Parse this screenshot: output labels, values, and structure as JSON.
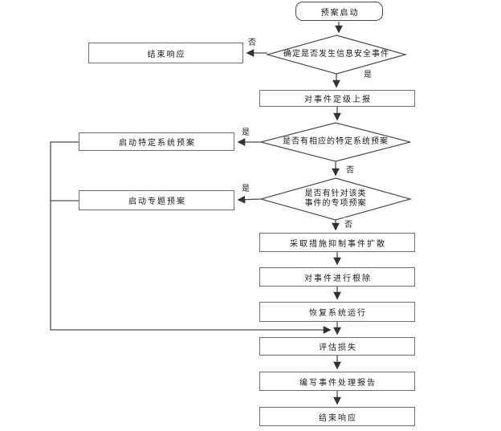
{
  "flowchart": {
    "title_hint": "information security incident response flow",
    "colors": {
      "background": "#ffffff",
      "line": "#4d4d4d",
      "box_border": "#6f6f6f",
      "text": "#1a1a1a"
    },
    "nodes": {
      "start": "预案启动",
      "decision_event": "确定是否发生信息安全事件",
      "end_response_top": "结束响应",
      "grade_report": "对事件定级上报",
      "decision_specific": "是否有相应的特定系统预案",
      "launch_specific": "启动特定系统预案",
      "decision_special_line1": "是否有针对该类",
      "decision_special_line2": "事件的专项预案",
      "launch_special": "启动专题预案",
      "suppress": "采取措施抑制事件扩散",
      "eradicate": "对事件进行根除",
      "restore": "恢复系统运行",
      "assess": "评估损失",
      "write_report": "编写事件处理报告",
      "end_response_bottom": "结束响应"
    },
    "edge_labels": {
      "d1_no": "否",
      "d1_yes": "是",
      "d2_yes": "是",
      "d2_no": "否",
      "d3_yes": "是",
      "d3_no": "否"
    }
  }
}
